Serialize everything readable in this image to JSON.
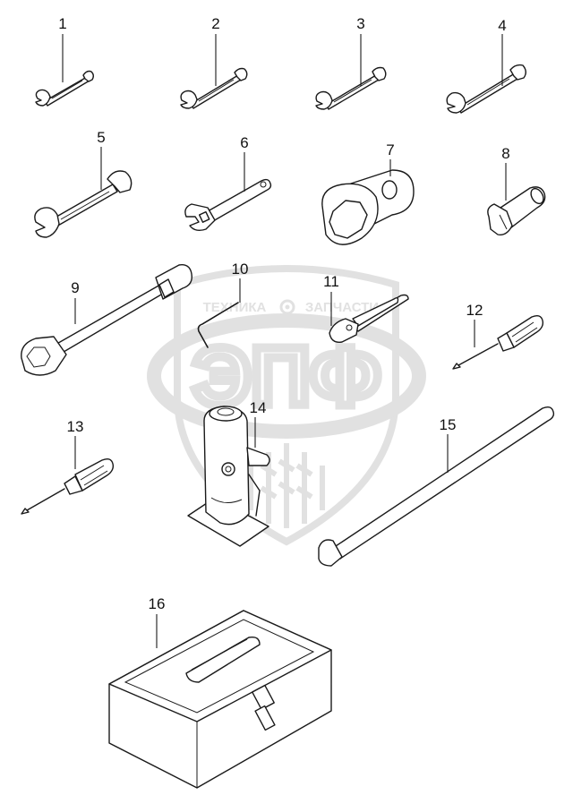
{
  "watermark": {
    "left_text": "ТЕХНИКА",
    "right_text": "ЗАПЧАСТИ",
    "logo_text": "ЭПФ",
    "color": "#c9c9c9"
  },
  "callouts": [
    {
      "id": "1",
      "label": "1",
      "part": "open-end-wrench-small"
    },
    {
      "id": "2",
      "label": "2",
      "part": "open-end-wrench"
    },
    {
      "id": "3",
      "label": "3",
      "part": "open-end-wrench"
    },
    {
      "id": "4",
      "label": "4",
      "part": "open-end-wrench"
    },
    {
      "id": "5",
      "label": "5",
      "part": "open-end-wrench-large"
    },
    {
      "id": "6",
      "label": "6",
      "part": "adjustable-wrench"
    },
    {
      "id": "7",
      "label": "7",
      "part": "box-socket-wrench"
    },
    {
      "id": "8",
      "label": "8",
      "part": "socket-tube"
    },
    {
      "id": "9",
      "label": "9",
      "part": "socket-wrench-with-handle"
    },
    {
      "id": "10",
      "label": "10",
      "part": "hex-key"
    },
    {
      "id": "11",
      "label": "11",
      "part": "pliers"
    },
    {
      "id": "12",
      "label": "12",
      "part": "screwdriver-phillips"
    },
    {
      "id": "13",
      "label": "13",
      "part": "screwdriver"
    },
    {
      "id": "14",
      "label": "14",
      "part": "hydraulic-jack"
    },
    {
      "id": "15",
      "label": "15",
      "part": "jack-lever-bar"
    },
    {
      "id": "16",
      "label": "16",
      "part": "tool-box"
    }
  ]
}
